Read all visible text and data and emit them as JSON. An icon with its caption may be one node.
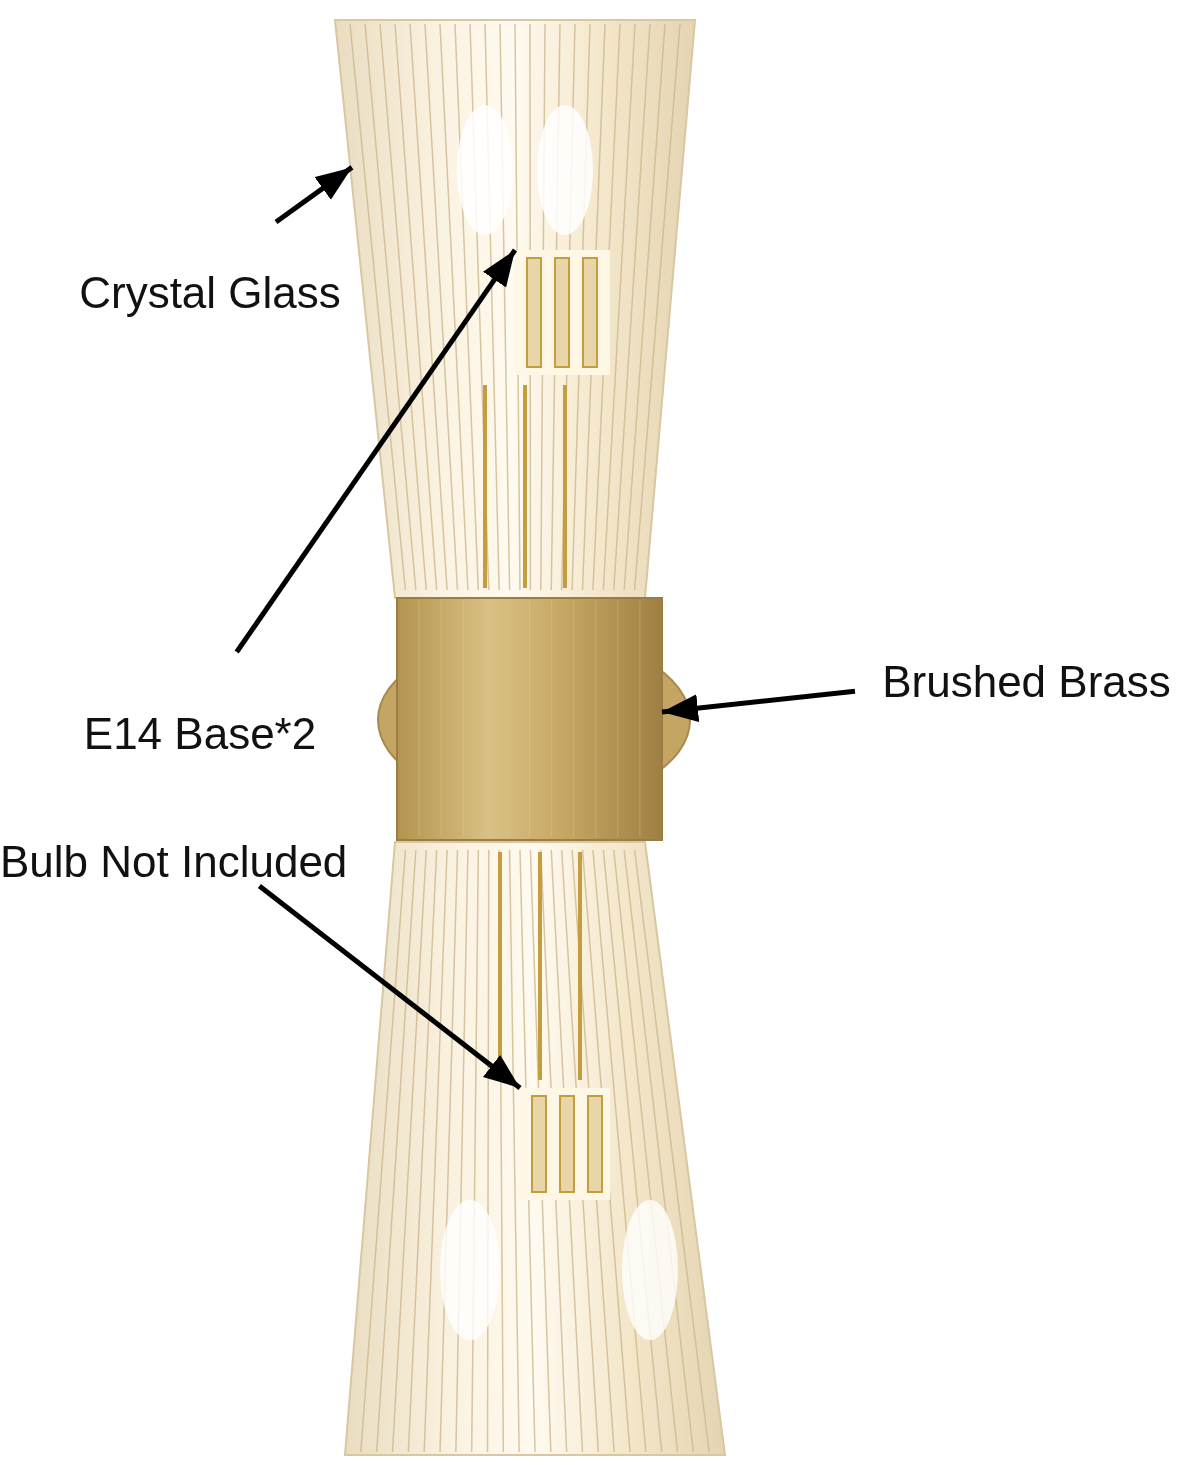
{
  "diagram": {
    "nodes": [
      {
        "text": [
          "Crystal Glass"
        ]
      },
      {
        "text": [],
        "shape": "picture"
      },
      {
        "text": [
          "E14 Base*2"
        ]
      },
      {
        "text": [],
        "shape": "picture",
        "in": 1
      },
      {
        "text": [
          "Brushed Brass"
        ]
      },
      {
        "text": [],
        "shape": "picture"
      },
      {
        "text": [
          "Bulb Not Included"
        ]
      },
      {
        "text": [],
        "shape": "picture"
      }
    ],
    "edges": [
      {
        "from": 0,
        "to": 1,
        "arrow": "to"
      },
      {
        "from": 2,
        "to": 3,
        "arrow": "to"
      },
      {
        "from": 4,
        "to": 5,
        "arrow": "to"
      },
      {
        "from": 6,
        "to": 7,
        "arrow": "to"
      }
    ]
  }
}
